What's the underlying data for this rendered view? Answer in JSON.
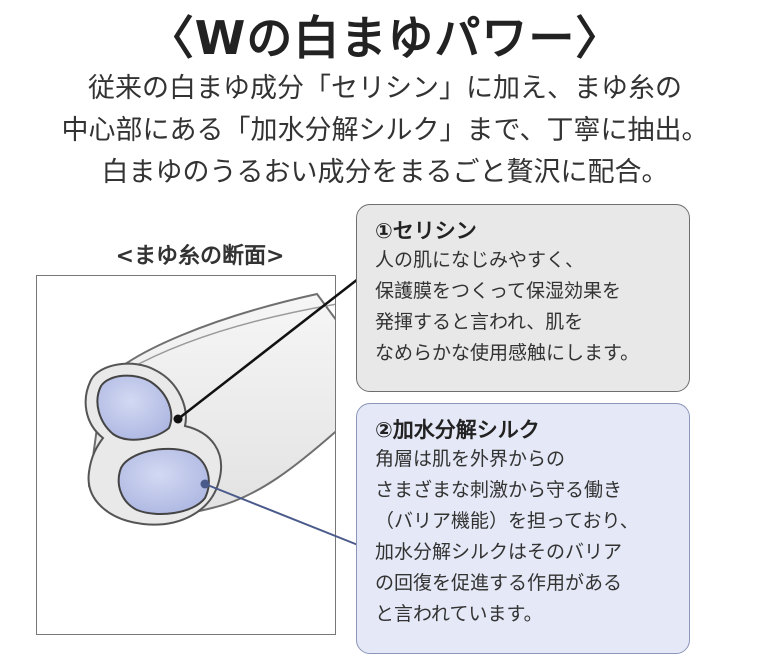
{
  "title": "〈Wの白まゆパワー〉",
  "intro": [
    "従来の白まゆ成分「セリシン」に加え、まゆ糸の",
    "中心部にある「加水分解シルク」まで、丁寧に抽出。",
    "白まゆのうるおい成分をまるごと贅沢に配合。"
  ],
  "section_label": "<まゆ糸の断面>",
  "callouts": {
    "sericin": {
      "title": "①セリシン",
      "lines": [
        "人の肌になじみやすく、",
        "保護膜をつくって保湿効果を",
        "発揮すると言われ、肌を",
        "なめらかな使用感触にします。"
      ]
    },
    "silk": {
      "title": "②加水分解シルク",
      "lines": [
        "角層は肌を外界からの",
        "さまざまな刺激から守る働き",
        "（バリア機能）を担っており、",
        "加水分解シルクはそのバリア",
        "の回復を促進する作用がある",
        "と言われています。"
      ]
    }
  },
  "colors": {
    "sericin_box": "#e8e8e8",
    "silk_box": "#e5e8f6",
    "fibroin_fill": "#b9c2e8",
    "sericin_leader": "#111111",
    "silk_leader": "#4a5a8a"
  }
}
